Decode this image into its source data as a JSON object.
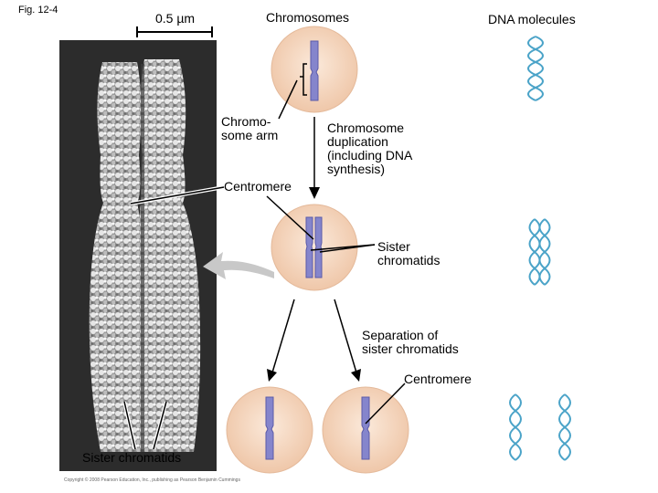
{
  "figure": {
    "label": "Fig. 12-4"
  },
  "scale_bar": {
    "label": "0.5 µm"
  },
  "labels": {
    "chromosomes": "Chromosomes",
    "dna_molecules": "DNA molecules",
    "chromosome_arm": "Chromo-\nsome arm",
    "centromere_top": "Centromere",
    "duplication": "Chromosome\nduplication\n(including DNA\nsynthesis)",
    "sister_chromatids_right": "Sister\nchromatids",
    "separation": "Separation of\nsister chromatids",
    "centromere_bottom": "Centromere",
    "sister_chromatids_left": "Sister chromatids"
  },
  "copyright": "Copyright © 2008 Pearson Education, Inc., publishing as Pearson Benjamin Cummings",
  "colors": {
    "cell_fill": "#f6d9c2",
    "cell_edge": "#e4b99a",
    "chromosome": "#8585cc",
    "chromosome_edge": "#5a5aa8",
    "dna": "#4aa3c8",
    "micrograph_bg": "#2c2c2c",
    "arrow_gray": "#c8c8c8"
  }
}
